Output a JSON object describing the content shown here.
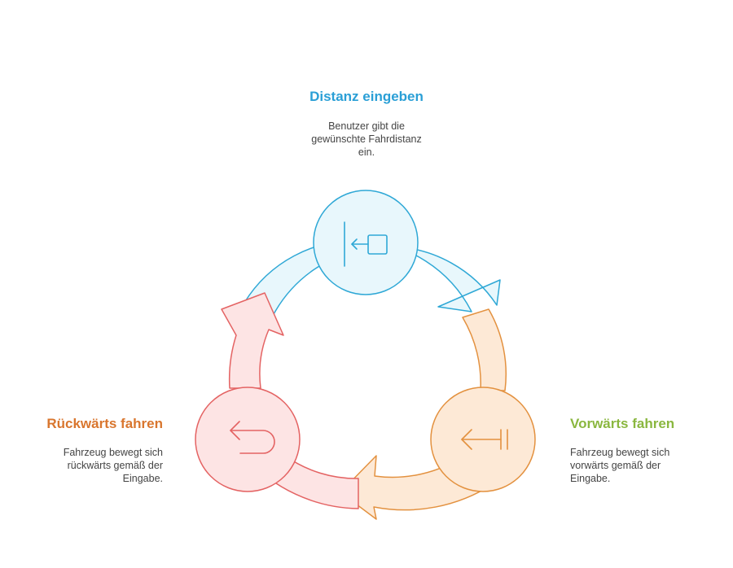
{
  "colors": {
    "blue_stroke": "#2fa8d6",
    "blue_fill": "#e8f7fc",
    "orange_stroke": "#e3913f",
    "orange_fill": "#fde9d6",
    "red_stroke": "#e46363",
    "red_fill": "#fde4e4",
    "blue_title": "#2a9fd6",
    "orange_title": "#d9762e",
    "green_title": "#8ab73f"
  },
  "steps": [
    {
      "title": "Distanz eingeben",
      "description": "Benutzer gibt die\ngewünschte Fahrdistanz\nein.",
      "icon": "arrow-left-to-box-icon"
    },
    {
      "title": "Vorwärts fahren",
      "description": "Fahrzeug bewegt sich\nvorwärts gemäß der\nEingabe.",
      "icon": "arrow-left-to-bar-icon"
    },
    {
      "title": "Rückwärts fahren",
      "description": "Fahrzeug bewegt sich\nrückwärts gemäß der\nEingabe.",
      "icon": "u-turn-left-icon"
    }
  ]
}
